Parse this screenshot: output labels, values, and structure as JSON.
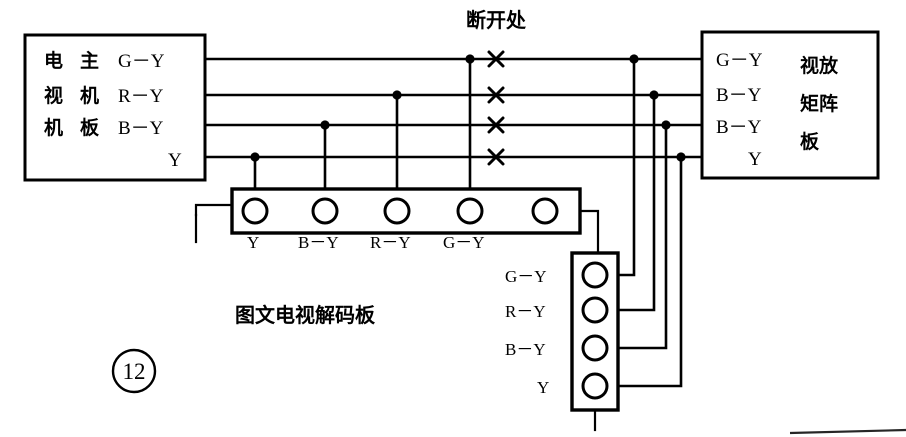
{
  "figure": {
    "number_label": "12",
    "caption": "图文电视解码板",
    "break_label": "断开处"
  },
  "left_box": {
    "name": "电视机主机板",
    "col1": [
      "电",
      "视",
      "机"
    ],
    "col2": [
      "主",
      "机",
      "板"
    ],
    "signals": [
      "G－Y",
      "R－Y",
      "B－Y",
      "Y"
    ]
  },
  "right_box": {
    "name": "视放矩阵板",
    "title_lines": [
      "视放",
      "矩阵",
      "板"
    ],
    "signals": [
      "G－Y",
      "B－Y",
      "B－Y",
      "Y"
    ]
  },
  "horizontal_connector": {
    "pin_count": 5,
    "labels": [
      "Y",
      "B－Y",
      "R－Y",
      "G－Y"
    ]
  },
  "vertical_connector": {
    "pin_count": 4,
    "labels": [
      "G－Y",
      "R－Y",
      "B－Y",
      "Y"
    ]
  },
  "colors": {
    "ink": "#000000",
    "paper": "#ffffff"
  }
}
